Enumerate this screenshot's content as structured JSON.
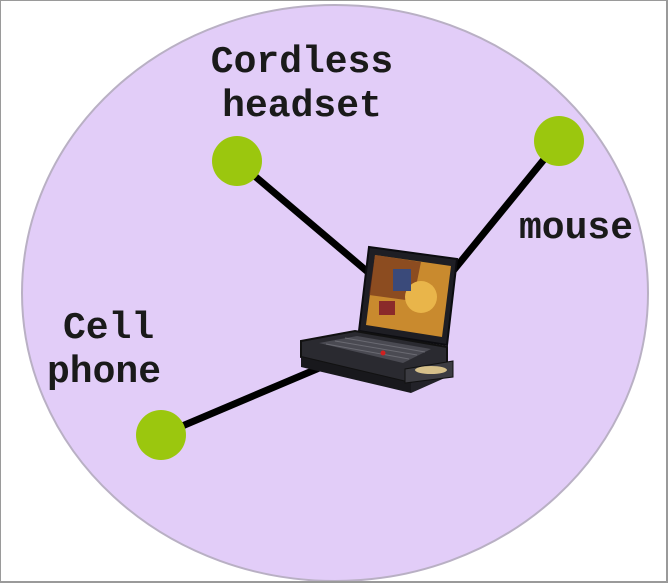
{
  "colors": {
    "background_circle": "#e2cdf8",
    "circle_border": "#b9b0c4",
    "node": "#9bc70e",
    "link": "#000000",
    "label_text": "#1a1a1a"
  },
  "devices": {
    "headset": {
      "line1": "Cordless",
      "line2": "headset",
      "icon": "green-node-dot"
    },
    "mouse": {
      "label": "mouse",
      "icon": "green-node-dot"
    },
    "phone": {
      "line1": "Cell",
      "line2": "phone",
      "icon": "green-node-dot"
    },
    "hub": {
      "icon": "laptop-icon"
    }
  }
}
